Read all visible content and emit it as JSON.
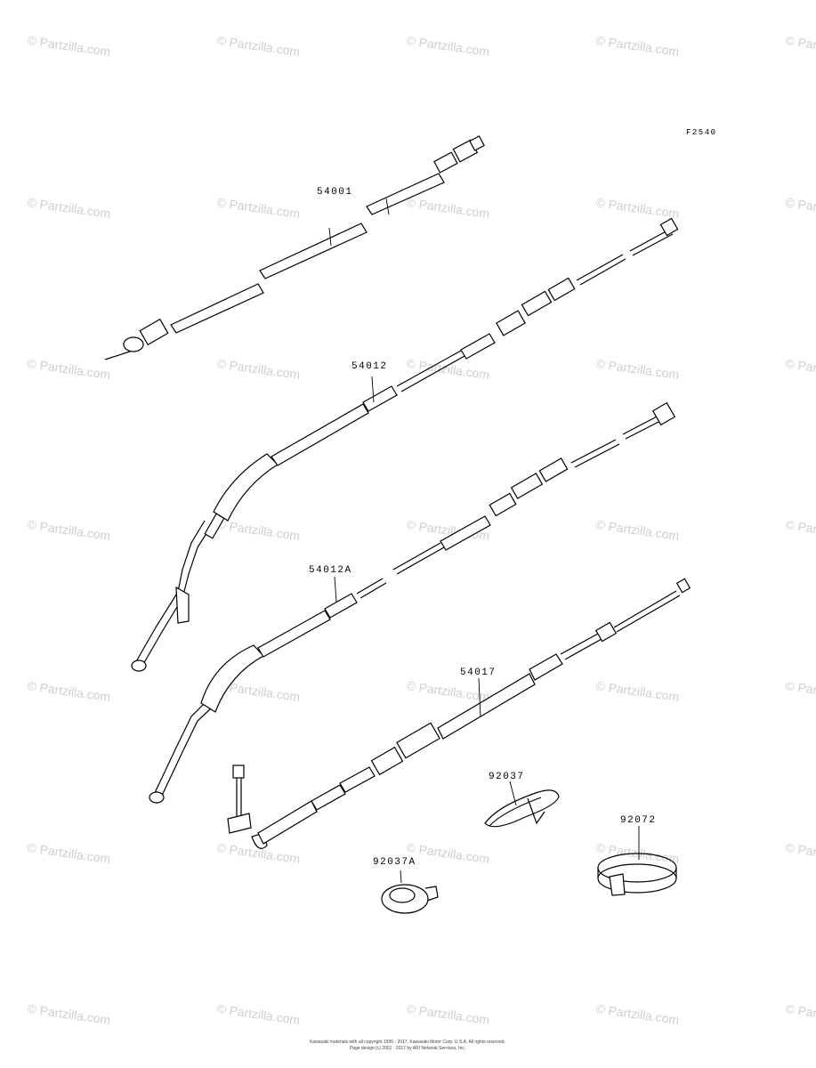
{
  "diagram": {
    "figure_code": "F2540",
    "watermark_text": "© Partzilla.com",
    "copyright_line1": "Kawasaki materials with all copyright 1995 - 2017, Kawasaki Motor Corp. U.S.A. All rights reserved.",
    "copyright_line2": "Page design (c) 2001 - 2017 by ARI Network Services, Inc.",
    "parts": [
      {
        "number": "54001"
      },
      {
        "number": "54012"
      },
      {
        "number": "54012A"
      },
      {
        "number": "54017"
      },
      {
        "number": "92037"
      },
      {
        "number": "92072"
      },
      {
        "number": "92037A"
      }
    ]
  }
}
